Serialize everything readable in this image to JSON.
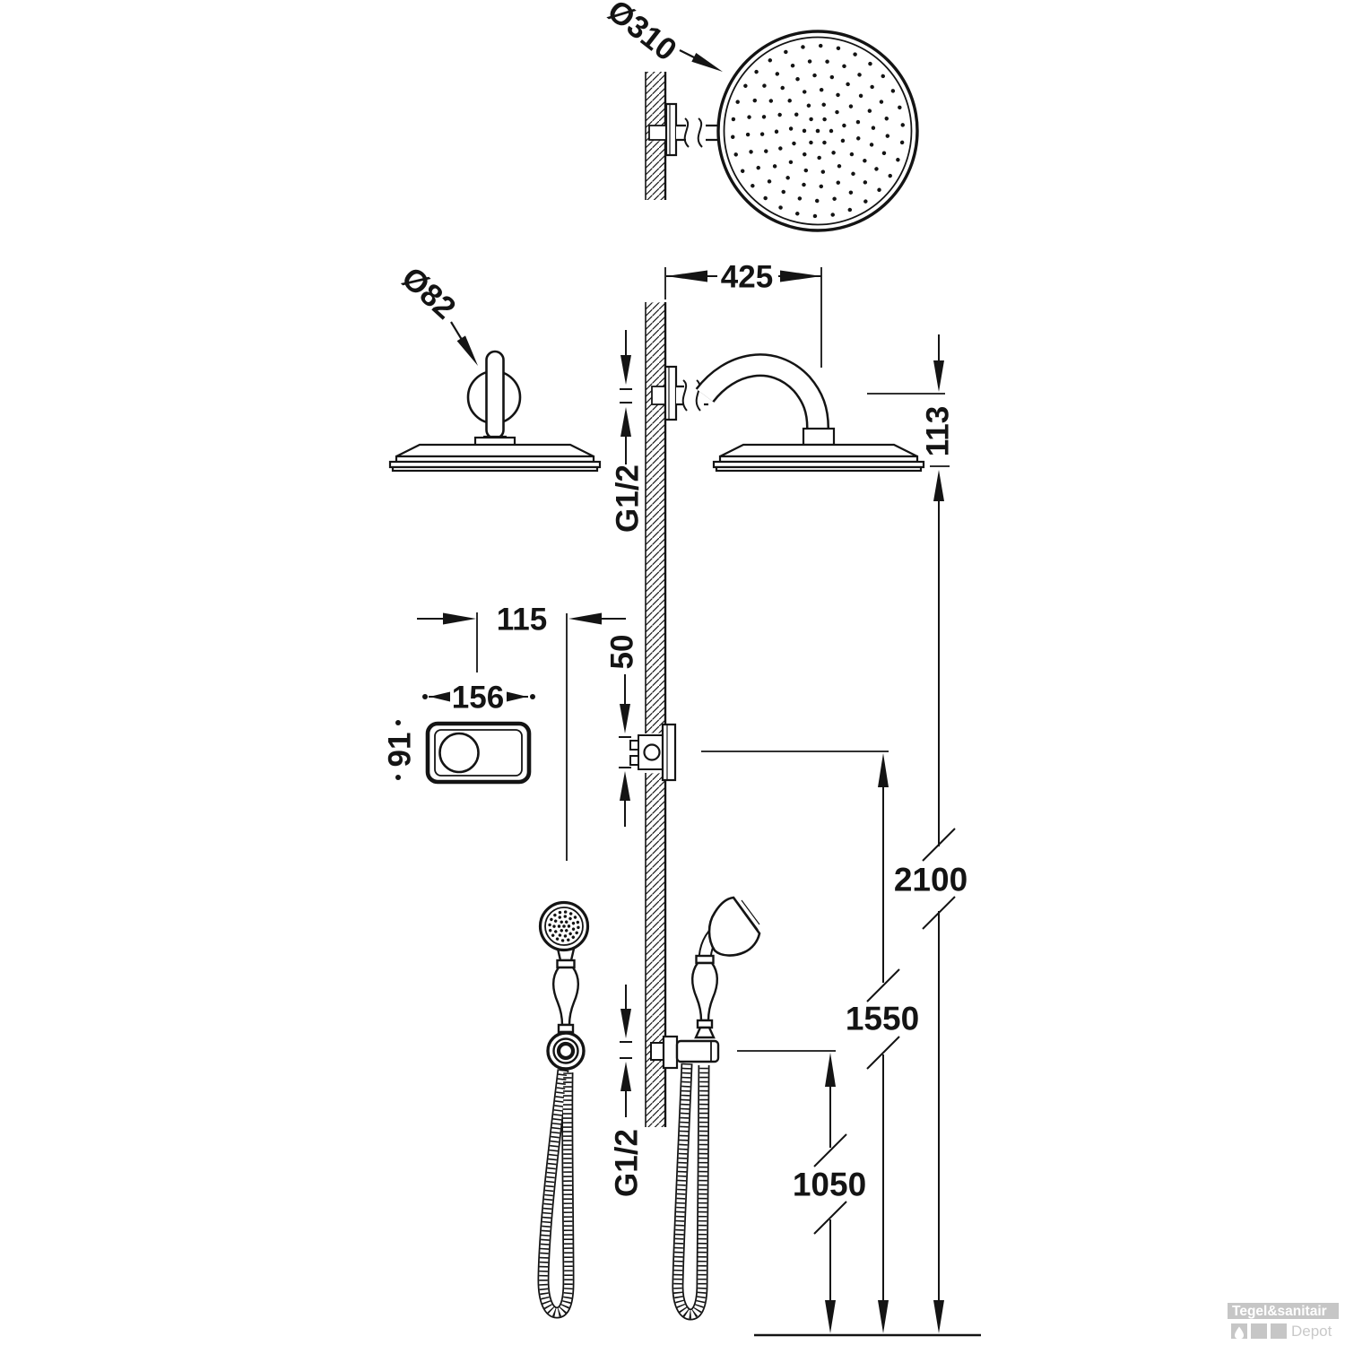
{
  "drawing": {
    "type": "technical-dimension-drawing",
    "subject": "concealed thermostatic shower set with overhead rain shower, electronic control unit and hand shower",
    "colors": {
      "line": "#141414",
      "background": "#ffffff",
      "logo_gray": "#c6c6c6",
      "logo_text": "#ffffff"
    }
  },
  "dimensions": {
    "head_diameter": "Ø310",
    "escutcheon_diameter": "Ø82",
    "arm_reach": "425",
    "head_drop": "113",
    "thread_top": "G1/2",
    "thread_bottom": "G1/2",
    "control_width": "156",
    "control_height": "91",
    "control_offset": "115",
    "valve_gap": "50",
    "height_head": "2100",
    "height_valve": "1550",
    "height_holder": "1050"
  },
  "logo": {
    "brand": "Tegel&sanitair",
    "sub": "Depot"
  }
}
